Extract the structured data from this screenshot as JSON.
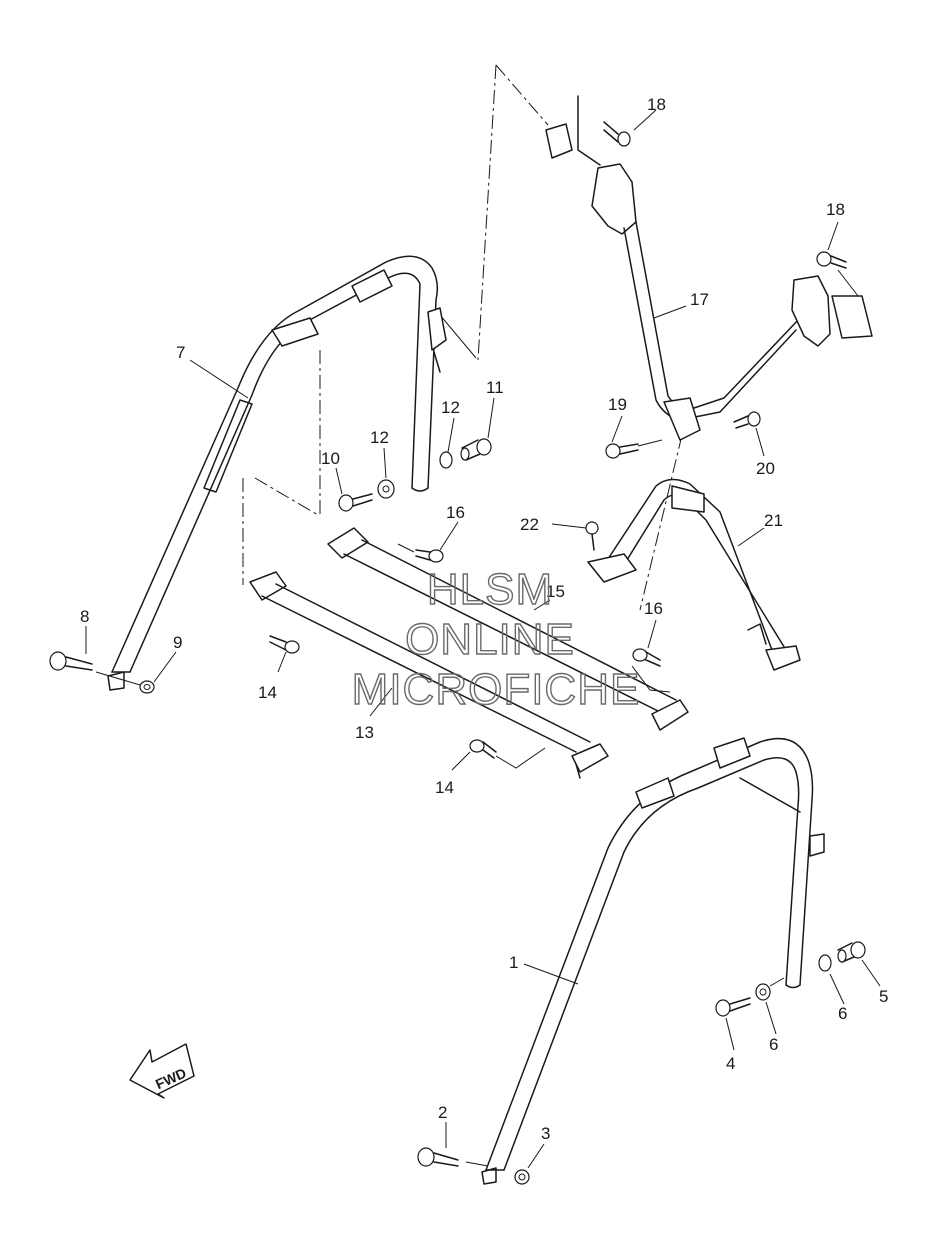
{
  "watermark": {
    "line1": "HLSM",
    "line2": "ONLINE",
    "line3": "MICROFICHE"
  },
  "fwd_arrow": {
    "label": "FWD",
    "icon": "fwd-arrow-icon"
  },
  "callouts": [
    {
      "id": "c1",
      "text": "1"
    },
    {
      "id": "c2",
      "text": "2"
    },
    {
      "id": "c3",
      "text": "3"
    },
    {
      "id": "c4",
      "text": "4"
    },
    {
      "id": "c5",
      "text": "5"
    },
    {
      "id": "c6a",
      "text": "6"
    },
    {
      "id": "c6b",
      "text": "6"
    },
    {
      "id": "c7",
      "text": "7"
    },
    {
      "id": "c8",
      "text": "8"
    },
    {
      "id": "c9",
      "text": "9"
    },
    {
      "id": "c10",
      "text": "10"
    },
    {
      "id": "c11",
      "text": "11"
    },
    {
      "id": "c12a",
      "text": "12"
    },
    {
      "id": "c12b",
      "text": "12"
    },
    {
      "id": "c13",
      "text": "13"
    },
    {
      "id": "c14a",
      "text": "14"
    },
    {
      "id": "c14b",
      "text": "14"
    },
    {
      "id": "c15",
      "text": "15"
    },
    {
      "id": "c16a",
      "text": "16"
    },
    {
      "id": "c16b",
      "text": "16"
    },
    {
      "id": "c17",
      "text": "17"
    },
    {
      "id": "c18a",
      "text": "18"
    },
    {
      "id": "c18b",
      "text": "18"
    },
    {
      "id": "c19",
      "text": "19"
    },
    {
      "id": "c20",
      "text": "20"
    },
    {
      "id": "c21",
      "text": "21"
    },
    {
      "id": "c22",
      "text": "22"
    }
  ]
}
